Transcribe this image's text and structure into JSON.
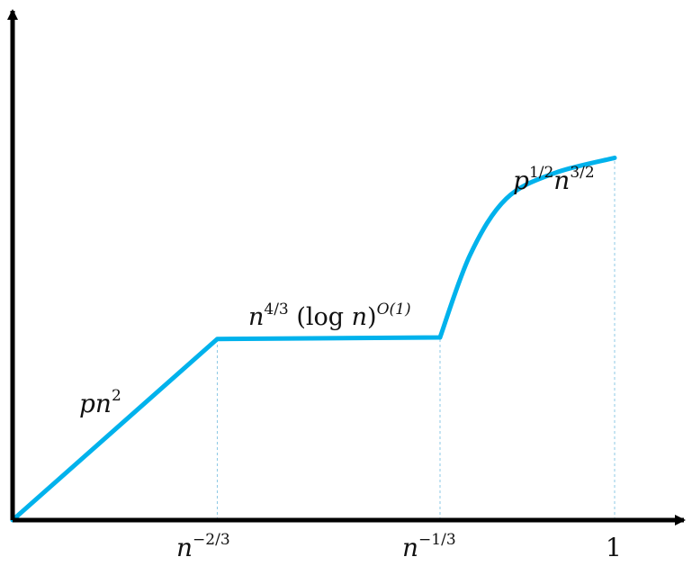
{
  "chart_data": {
    "type": "line",
    "title": "",
    "xlabel": "",
    "ylabel": "",
    "grid": false,
    "legend": "none",
    "colors": {
      "line": "#00b2ec",
      "guide": "#8cc8e4",
      "axis": "#000000"
    },
    "x_ticks": [
      {
        "id": "n23",
        "x": 0.34,
        "label": {
          "base": "n",
          "sup": "−2/3"
        }
      },
      {
        "id": "n13",
        "x": 0.71,
        "label": {
          "base": "n",
          "sup": "−1/3"
        }
      },
      {
        "id": "one",
        "x": 1.0,
        "label": {
          "base": "1",
          "sup": ""
        }
      }
    ],
    "series": [
      {
        "points": [
          {
            "x": 0.0,
            "y": 0.0
          },
          {
            "x": 0.34,
            "y": 0.355
          },
          {
            "x": 0.71,
            "y": 0.358
          },
          {
            "x": 0.76,
            "y": 0.52
          },
          {
            "x": 0.82,
            "y": 0.63
          },
          {
            "x": 0.9,
            "y": 0.68
          },
          {
            "x": 1.0,
            "y": 0.71
          }
        ]
      }
    ],
    "annotations": [
      {
        "id": "pn2",
        "parts": [
          {
            "t": "pn",
            "i": true
          },
          {
            "t": "2",
            "sup": true
          }
        ]
      },
      {
        "id": "n43",
        "parts": [
          {
            "t": "n",
            "i": true
          },
          {
            "t": "4/3",
            "sup": true
          },
          {
            "t": " (log "
          },
          {
            "t": "n",
            "i": true
          },
          {
            "t": ")"
          },
          {
            "t": "O(1)",
            "sup": true,
            "i": true
          }
        ]
      },
      {
        "id": "p12n32",
        "parts": [
          {
            "t": "p",
            "i": true
          },
          {
            "t": "1/2",
            "sup": true
          },
          {
            "t": "n",
            "i": true
          },
          {
            "t": "3/2",
            "sup": true
          }
        ]
      }
    ]
  }
}
